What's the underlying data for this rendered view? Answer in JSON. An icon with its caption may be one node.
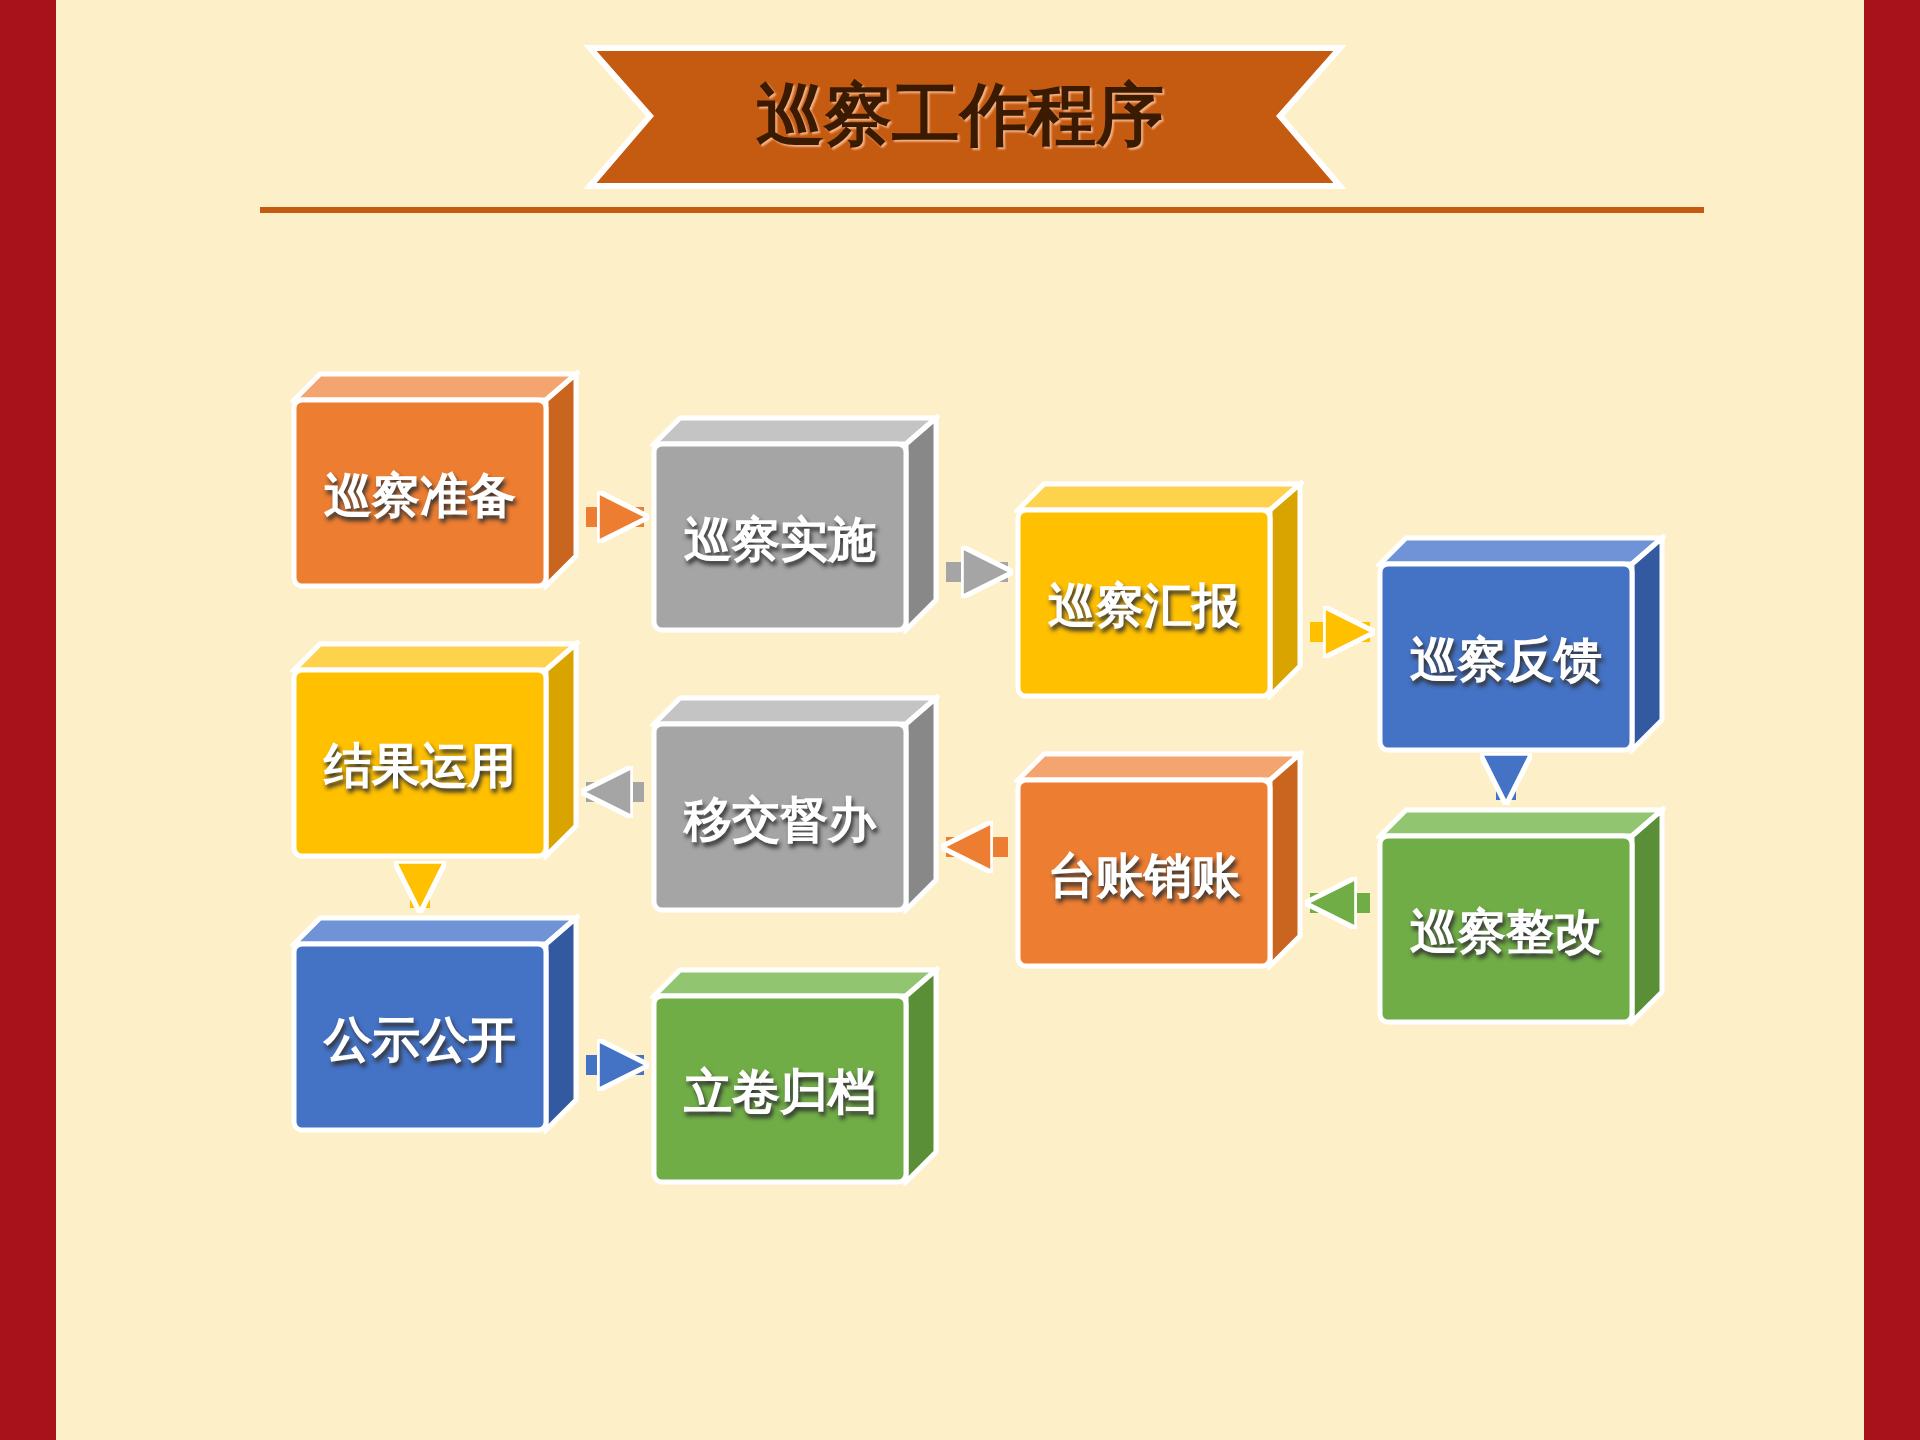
{
  "diagram": {
    "title": "巡察工作程序",
    "nodes": [
      {
        "text": [
          "巡察准备"
        ]
      },
      {
        "text": [
          "巡察实施"
        ]
      },
      {
        "text": [
          "巡察汇报"
        ]
      },
      {
        "text": [
          "巡察反馈"
        ]
      },
      {
        "text": [
          "巡察整改"
        ]
      },
      {
        "text": [
          "台账销账"
        ]
      },
      {
        "text": [
          "移交督办"
        ]
      },
      {
        "text": [
          "结果运用"
        ]
      },
      {
        "text": [
          "公示公开"
        ]
      },
      {
        "text": [
          "立卷归档"
        ]
      }
    ],
    "edges": [
      {
        "from": 0,
        "to": 1,
        "arrow": "to",
        "color": "#ed7d31"
      },
      {
        "from": 1,
        "to": 2,
        "arrow": "to",
        "color": "#a5a5a5"
      },
      {
        "from": 2,
        "to": 3,
        "arrow": "to",
        "color": "#ffc000"
      },
      {
        "from": 3,
        "to": 4,
        "arrow": "to",
        "color": "#4472c4"
      },
      {
        "from": 4,
        "to": 5,
        "arrow": "to",
        "color": "#70ad47"
      },
      {
        "from": 5,
        "to": 6,
        "arrow": "to",
        "color": "#ed7d31"
      },
      {
        "from": 6,
        "to": 7,
        "arrow": "to",
        "color": "#a5a5a5"
      },
      {
        "from": 7,
        "to": 8,
        "arrow": "to",
        "color": "#ffc000"
      },
      {
        "from": 8,
        "to": 9,
        "arrow": "to",
        "color": "#4472c4"
      }
    ]
  }
}
